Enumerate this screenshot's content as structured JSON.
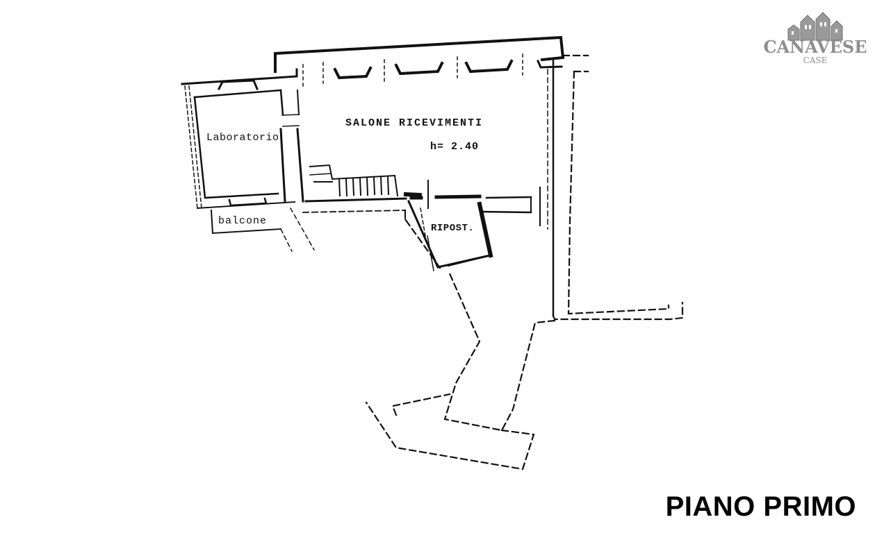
{
  "rooms": {
    "laboratorio": "Laboratorio",
    "salone": "SALONE  RICEVIMENTI",
    "height": "h= 2.40",
    "balcone": "balcone",
    "ripostiglio": "RIPOST."
  },
  "floor_title": "PIANO PRIMO",
  "logo": {
    "name": "CANAVESE",
    "sub": "CASE"
  }
}
